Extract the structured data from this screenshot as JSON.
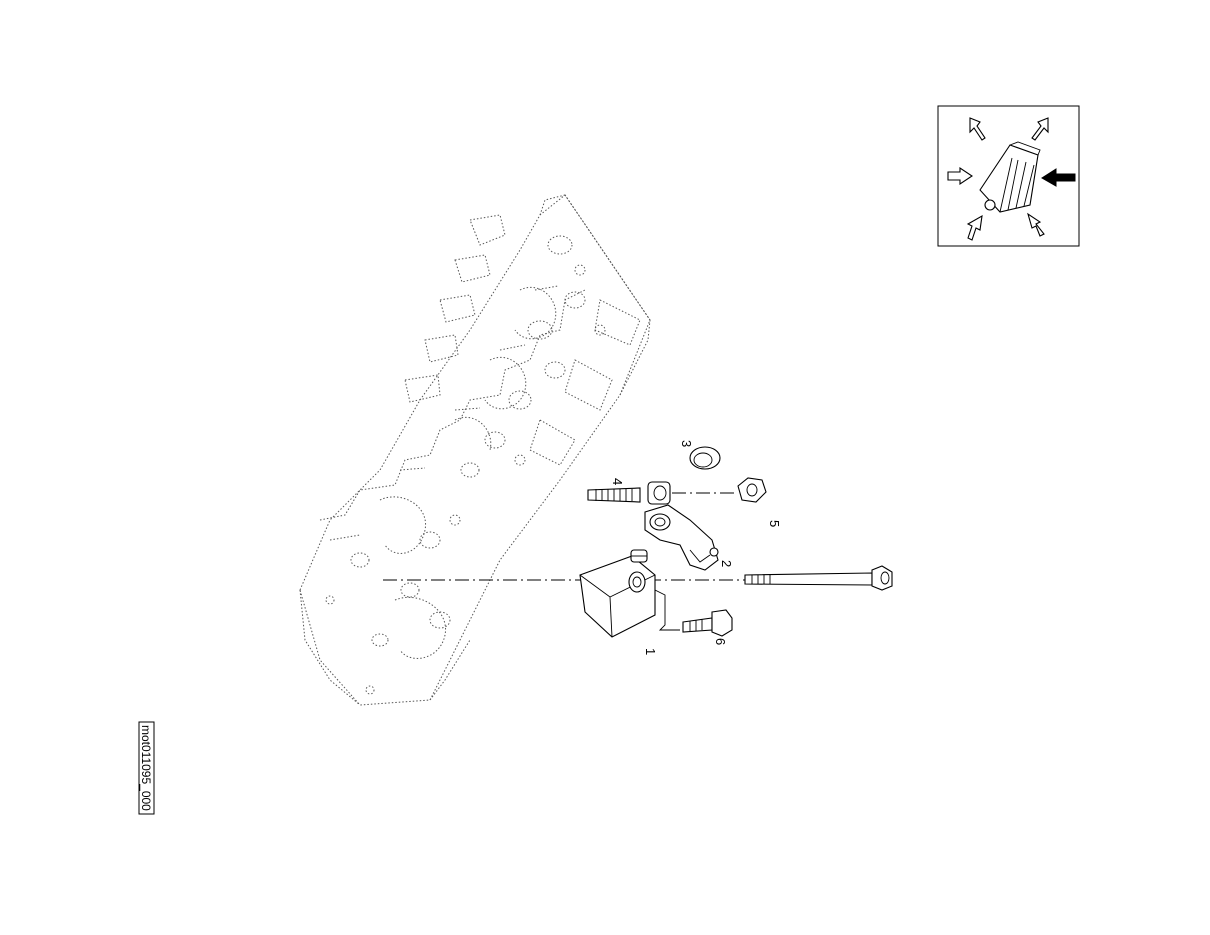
{
  "callouts": {
    "p1": "1",
    "p2": "2",
    "p3": "3",
    "p4": "4",
    "p5": "5",
    "p6": "6"
  },
  "figure_ref": "mot011095_000",
  "inset": {
    "arrow_icon": "arrow-icon",
    "highlight_arrow_icon": "bold-arrow-icon"
  },
  "colors": {
    "line": "#000000",
    "ghost": "#555555",
    "background": "#ffffff"
  }
}
